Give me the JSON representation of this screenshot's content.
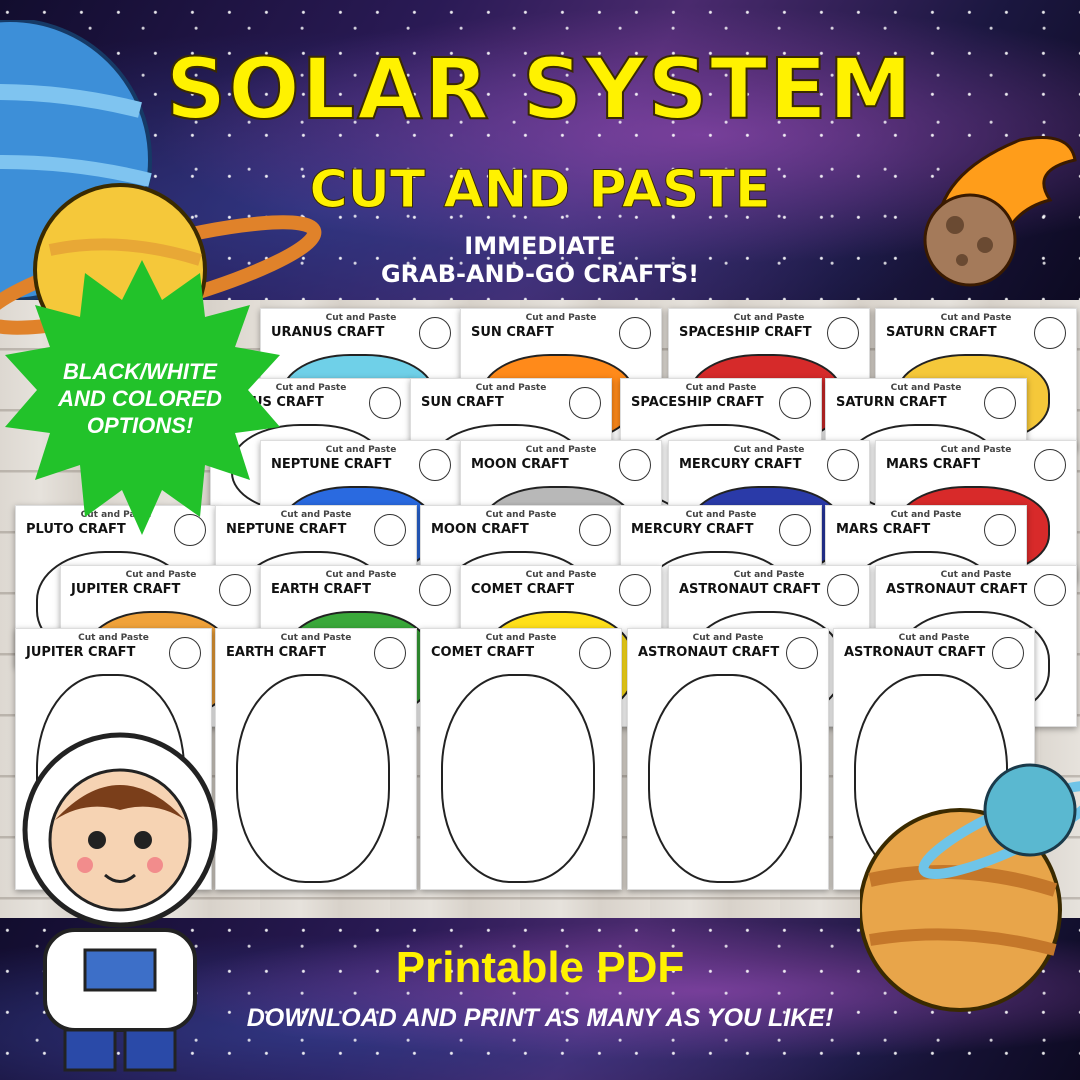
{
  "header": {
    "title_line1": "SOLAR SYSTEM",
    "title_line2": "CUT AND PASTE",
    "subtitle_line1": "IMMEDIATE",
    "subtitle_line2": "GRAB-AND-GO CRAFTS!"
  },
  "badge": {
    "line1": "BLACK/WHITE",
    "line2": "AND COLORED",
    "line3": "OPTIONS!"
  },
  "sheet_small_label": "Cut and Paste",
  "sheets": [
    {
      "title": "URANUS CRAFT"
    },
    {
      "title": "SUN CRAFT"
    },
    {
      "title": "SPACESHIP CRAFT"
    },
    {
      "title": "SATURN CRAFT"
    },
    {
      "title": "RANUS CRAFT"
    },
    {
      "title": "SUN CRAFT"
    },
    {
      "title": "SPACESHIP CRAFT"
    },
    {
      "title": "SATURN CRAFT"
    },
    {
      "title": "NEPTUNE CRAFT"
    },
    {
      "title": "MOON CRAFT"
    },
    {
      "title": "MERCURY CRAFT"
    },
    {
      "title": "MARS CRAFT"
    },
    {
      "title": "PLUTO CRAFT"
    },
    {
      "title": "NEPTUNE CRAFT"
    },
    {
      "title": "MOON CRAFT"
    },
    {
      "title": "MERCURY CRAFT"
    },
    {
      "title": "MARS CRAFT"
    },
    {
      "title": "JUPITER CRAFT"
    },
    {
      "title": "EARTH CRAFT"
    },
    {
      "title": "COMET CRAFT"
    },
    {
      "title": "ASTRONAUT CRAFT"
    },
    {
      "title": "ASTRONAUT CRAFT"
    },
    {
      "title": "JUPITER CRAFT"
    },
    {
      "title": "EARTH CRAFT"
    },
    {
      "title": "COMET CRAFT"
    },
    {
      "title": "ASTRONAUT CRAFT"
    },
    {
      "title": "ASTRONAUT CRAFT"
    }
  ],
  "footer": {
    "line1": "Printable PDF",
    "line2": "DOWNLOAD AND PRINT AS MANY AS YOU LIKE!"
  },
  "colors": {
    "title_yellow": "#fff200",
    "badge_green": "#22c22a",
    "space_purple": "#2a1a55"
  },
  "icons": [
    "uranus-icon",
    "saturn-icon",
    "comet-icon",
    "astronaut-icon",
    "jupiter-icon",
    "sun-icon"
  ]
}
